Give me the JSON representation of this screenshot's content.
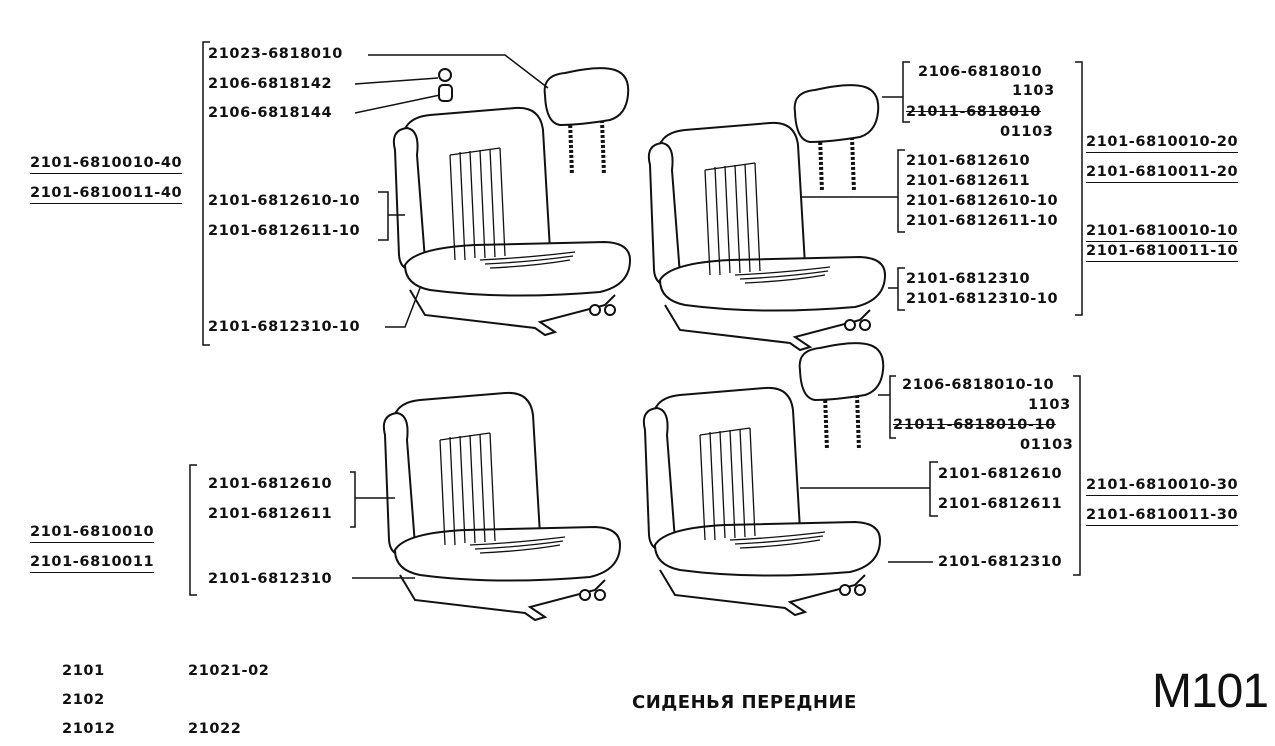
{
  "top_left": {
    "headrest_labels": [
      "21023-6818010",
      "2106-6818142",
      "2106-6818144"
    ],
    "backrest_labels": [
      "2101-6812610-10",
      "2101-6812611-10"
    ],
    "cushion_label": "2101-6812310-10",
    "assembly_labels": [
      "2101-6810010-40",
      "2101-6810011-40"
    ]
  },
  "top_right": {
    "headrest_labels": [
      "2106-6818010",
      "1103",
      "21011-6818010",
      "01103"
    ],
    "backrest_labels": [
      "2101-6812610",
      "2101-6812611",
      "2101-6812610-10",
      "2101-6812611-10"
    ],
    "cushion_labels": [
      "2101-6812310",
      "2101-6812310-10"
    ],
    "assembly_labels": [
      "2101-6810010-20",
      "2101-6810011-20",
      "2101-6810010-10",
      "2101-6810011-10"
    ]
  },
  "bottom_left": {
    "backrest_labels": [
      "2101-6812610",
      "2101-6812611"
    ],
    "cushion_label": "2101-6812310",
    "assembly_labels": [
      "2101-6810010",
      "2101-6810011"
    ]
  },
  "bottom_right": {
    "headrest_labels": [
      "2106-6818010-10",
      "1103",
      "21011-6818010-10",
      "01103"
    ],
    "backrest_labels": [
      "2101-6812610",
      "2101-6812611"
    ],
    "cushion_label": "2101-6812310",
    "assembly_labels": [
      "2101-6810010-30",
      "2101-6810011-30"
    ]
  },
  "models": [
    "2101",
    "21021-02",
    "2102",
    "21012",
    "21022"
  ],
  "title": "СИДЕНЬЯ ПЕРЕДНИЕ",
  "page_code": "M101"
}
